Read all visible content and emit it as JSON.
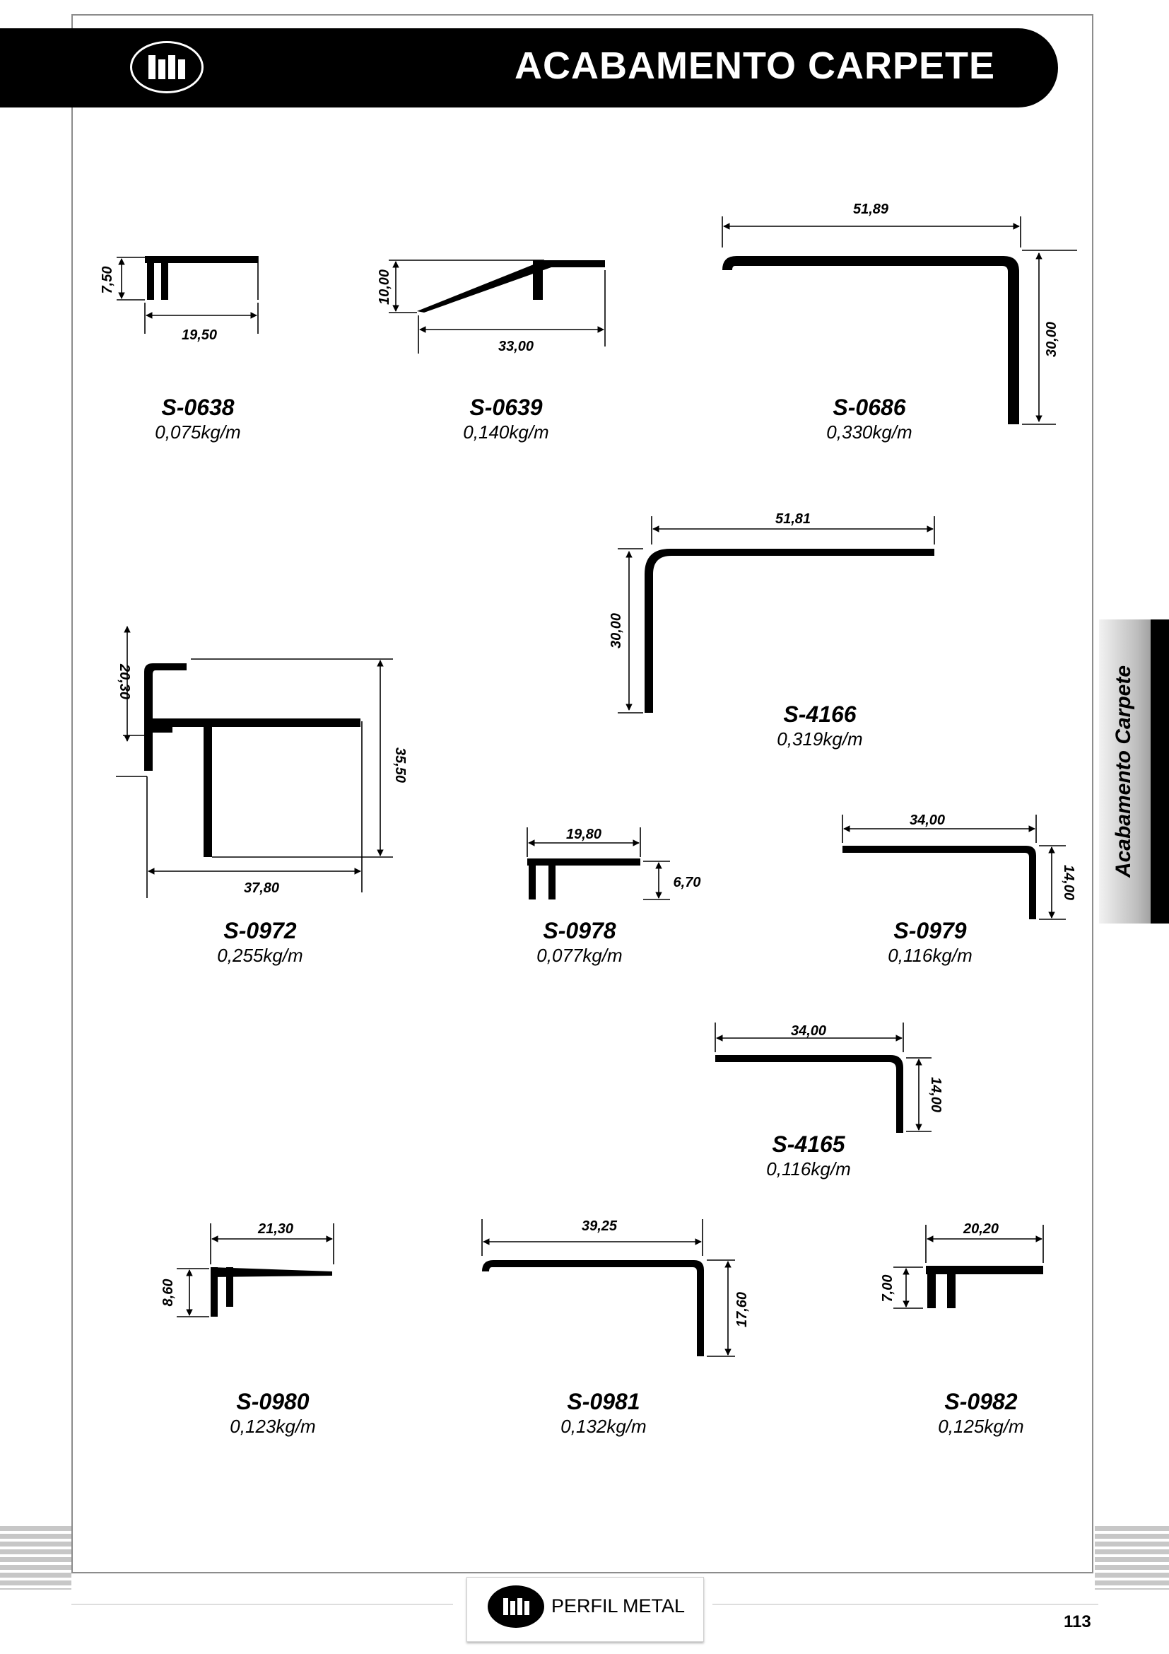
{
  "header": {
    "title": "ACABAMENTO CARPETE"
  },
  "side_tab": {
    "label": "Acabamento Carpete"
  },
  "footer": {
    "brand": "PERFIL METAL",
    "page_number": "113"
  },
  "products": [
    {
      "code": "S-0638",
      "weight": "0,075kg/m",
      "dims": [
        "7,50",
        "19,50"
      ]
    },
    {
      "code": "S-0639",
      "weight": "0,140kg/m",
      "dims": [
        "10,00",
        "33,00"
      ]
    },
    {
      "code": "S-0686",
      "weight": "0,330kg/m",
      "dims": [
        "51,89",
        "30,00"
      ]
    },
    {
      "code": "S-4166",
      "weight": "0,319kg/m",
      "dims": [
        "51,81",
        "30,00"
      ]
    },
    {
      "code": "S-0972",
      "weight": "0,255kg/m",
      "dims": [
        "20,30",
        "35,50",
        "37,80"
      ]
    },
    {
      "code": "S-0978",
      "weight": "0,077kg/m",
      "dims": [
        "19,80",
        "6,70"
      ]
    },
    {
      "code": "S-0979",
      "weight": "0,116kg/m",
      "dims": [
        "34,00",
        "14,00"
      ]
    },
    {
      "code": "S-4165",
      "weight": "0,116kg/m",
      "dims": [
        "34,00",
        "14,00"
      ]
    },
    {
      "code": "S-0980",
      "weight": "0,123kg/m",
      "dims": [
        "21,30",
        "8,60"
      ]
    },
    {
      "code": "S-0981",
      "weight": "0,132kg/m",
      "dims": [
        "39,25",
        "17,60"
      ]
    },
    {
      "code": "S-0982",
      "weight": "0,125kg/m",
      "dims": [
        "20,20",
        "7,00"
      ]
    }
  ]
}
